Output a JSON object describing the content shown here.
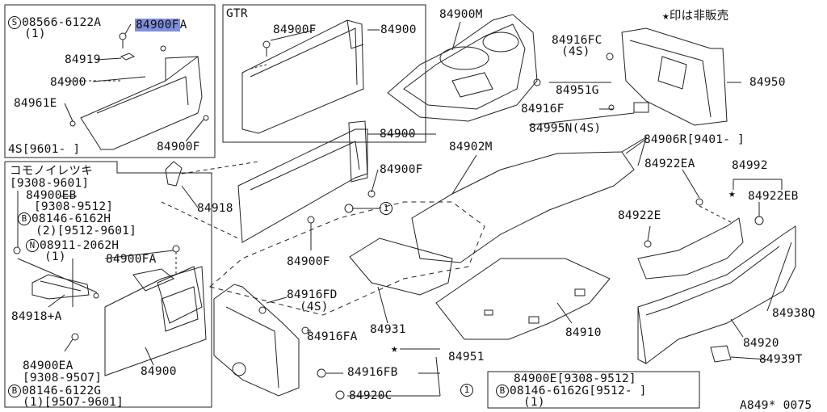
{
  "labels": {
    "p1_s": "S",
    "p1_a": "08566-6122A",
    "p1_b": "(1)",
    "p1_hl": "84900F",
    "p1_hl_suffix": "A",
    "p1_84919": "84919",
    "p1_84900": "84900",
    "p1_84961E": "84961E",
    "p1_84900F": "84900F",
    "p1_range": "4S[9601-   ]",
    "gtr": "GTR",
    "gtr_84900F": "84900F",
    "gtr_84900": "84900",
    "m_84900M": "84900M",
    "m_84916FC": "84916FC",
    "m_4S": "(4S)",
    "m_84951G": "84951G",
    "m_84916F": "84916F",
    "m_84995N": "84995N(4S)",
    "m_84950": "84950",
    "m_note": "★印は非販売",
    "m_84900_2": "84900",
    "m_84902M": "84902M",
    "m_84906R": "84906R[9401-       ]",
    "m_84900F_2": "84900F",
    "m_84918": "84918",
    "m_84900F_3": "84900F",
    "m_84922EA": "84922EA",
    "m_84992": "84992",
    "m_84922EB": "84922EB",
    "m_84922E": "84922E",
    "m_84938Q": "84938Q",
    "m_84920": "84920",
    "m_84939T": "84939T",
    "m_84910": "84910",
    "m_84931": "84931",
    "m_84916FD": "84916FD",
    "m_4S_2": "(4S)",
    "m_84916FA": "84916FA",
    "m_84951": "84951",
    "m_84916FB": "84916FB",
    "m_84920C": "84920C",
    "m_star1": "★",
    "m_star2": "★",
    "m_star3": "★",
    "c1": "1",
    "c1b": "1",
    "bl_t1": "コモノイレツキ",
    "bl_t2": "[9308-9601]",
    "bl_84900EB": "84900EB",
    "bl_r1": "[9308-9512]",
    "bl_B": "B",
    "bl_b1": "08146-6162H",
    "bl_b1q": "(2)[9512-9601]",
    "bl_N": "N",
    "bl_n1": "08911-2062H",
    "bl_n1q": "(1)",
    "bl_84900FA": "84900FA",
    "bl_84918A": "84918+A",
    "bl_84900EA": "84900EA",
    "bl_r2": "[9308-95O7]",
    "bl_B2": "B",
    "bl_b2": "08146-6122G",
    "bl_b2q": "(1)[95O7-9601]",
    "bl_84900": "84900",
    "note1": "84900E[9308-9512]",
    "note_B": "B",
    "note2": "08146-6162G[9512-     ]",
    "note3": "(1)",
    "code": "A849* 0075"
  }
}
